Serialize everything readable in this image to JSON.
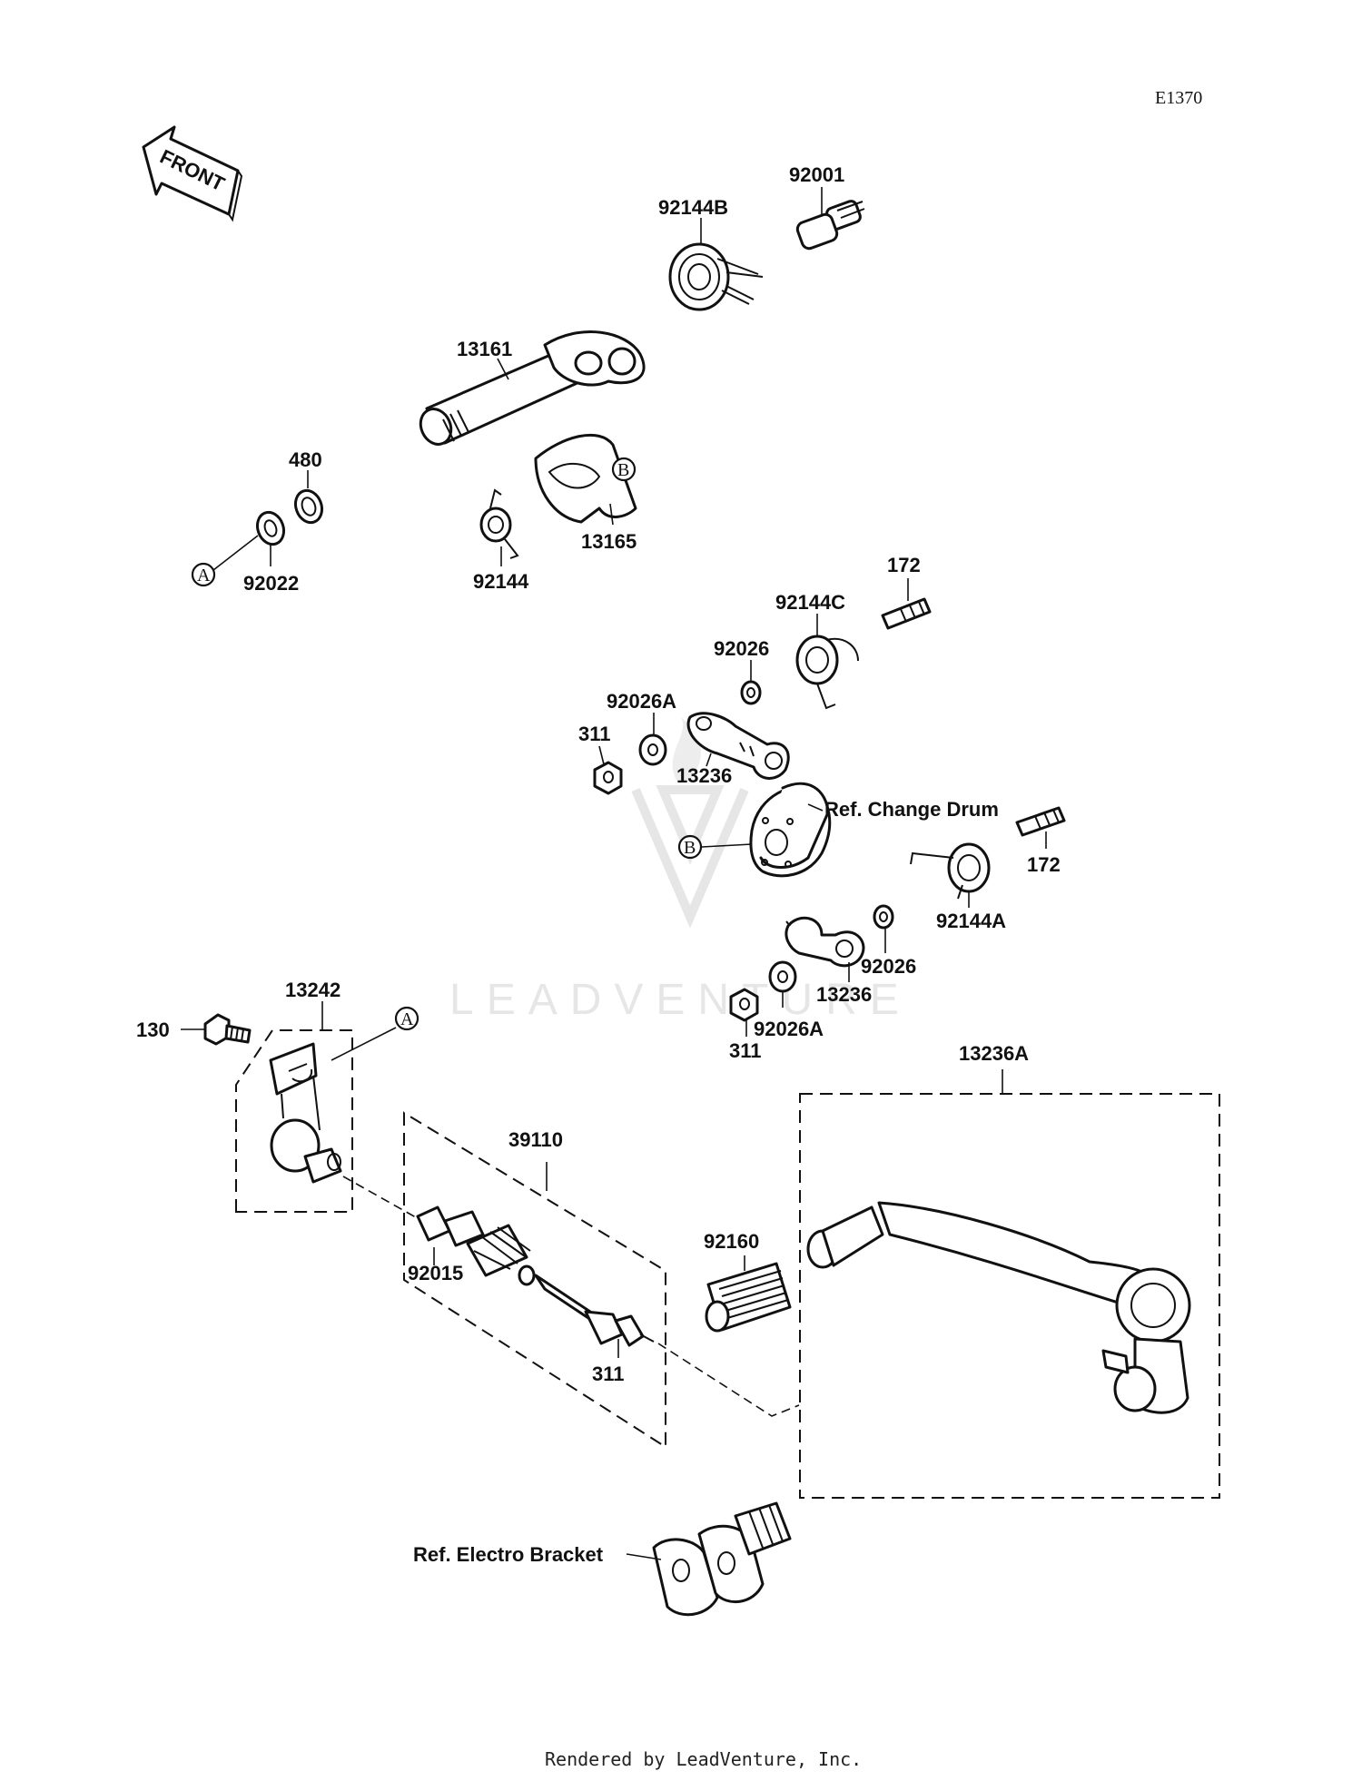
{
  "diagram": {
    "code": "E1370",
    "footer": "Rendered by LeadVenture, Inc.",
    "watermark": "LEADVENTURE",
    "front_arrow_label": "FRONT",
    "callouts": {
      "p92001": "92001",
      "p92144B": "92144B",
      "p13161": "13161",
      "p480": "480",
      "p92022": "92022",
      "p92144": "92144",
      "p13165": "13165",
      "p172_top": "172",
      "p92144C": "92144C",
      "p92026_top": "92026",
      "p92026A_top": "92026A",
      "p311_top": "311",
      "p13236_top": "13236",
      "ref_change_drum": "Ref. Change Drum",
      "p172_mid": "172",
      "p92144A": "92144A",
      "p92026_mid": "92026",
      "p13236_mid": "13236",
      "p92026A_mid": "92026A",
      "p311_mid": "311",
      "p13242": "13242",
      "p130": "130",
      "p39110": "39110",
      "p92015": "92015",
      "p311_low": "311",
      "p92160": "92160",
      "p13236A": "13236A",
      "ref_electro_bracket": "Ref. Electro Bracket"
    },
    "markers": {
      "a1": "A",
      "a2": "A",
      "b1": "B",
      "b2": "B"
    }
  }
}
